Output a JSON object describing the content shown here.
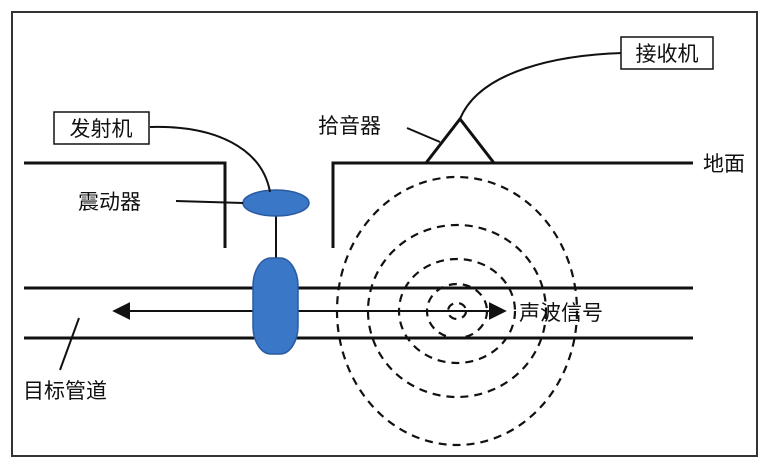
{
  "labels": {
    "transmitter": "发射机",
    "receiver": "接收机",
    "pickup": "拾音器",
    "ground": "地面",
    "vibrator": "震动器",
    "acoustic_signal": "声波信号",
    "target_pipe": "目标管道"
  },
  "colors": {
    "device_fill": "#3b77c7",
    "device_stroke": "#2a5aa0",
    "line": "#111111",
    "frame": "#333333"
  }
}
